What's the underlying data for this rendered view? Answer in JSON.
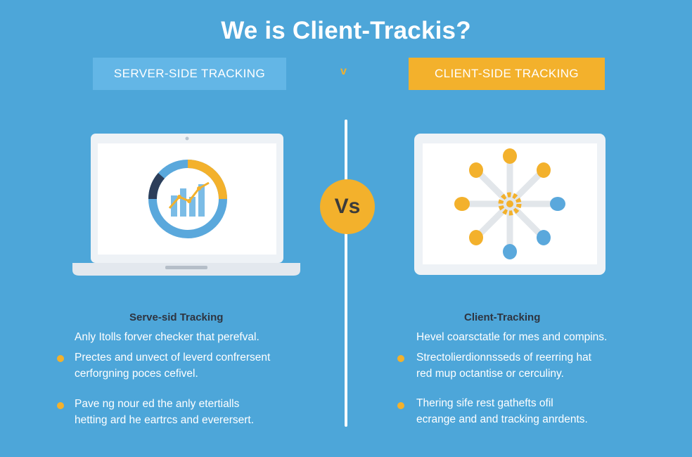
{
  "title": "We is Client-Trackis?",
  "tags": {
    "left": "SERVER-SIDE TRACKING",
    "right": "CLIENT-SIDE TRACKING",
    "separator": "v"
  },
  "vs_label": "Vs",
  "left_panel": {
    "heading": "Serve-sid Tracking",
    "intro": "Anly Itolls forver checker that perefval.",
    "bullets": [
      [
        "Prectes and unvect of leverd confrersent",
        "cerforgning poces cefivel."
      ],
      [
        "Pave ng nour ed the anly etertialls",
        "hetting ard he eartrcs and everersert."
      ]
    ]
  },
  "right_panel": {
    "heading": "Client-Tracking",
    "intro": "Hevel coarsctatle for mes and compins.",
    "bullets": [
      [
        "Strectolierdionnsseds of reerring hat",
        "red mup octantise or cerculiny."
      ],
      [
        "Thering sife rest gathefts ofil",
        "ecrange and and tracking anrdents."
      ]
    ]
  },
  "colors": {
    "background": "#4da6d9",
    "accent": "#f3b12c",
    "dark": "#2e3440",
    "light_blue": "#63b6e6"
  },
  "icons": {
    "left_laptop": "analytics-chart-icon",
    "right_laptop": "gear-network-icon"
  }
}
